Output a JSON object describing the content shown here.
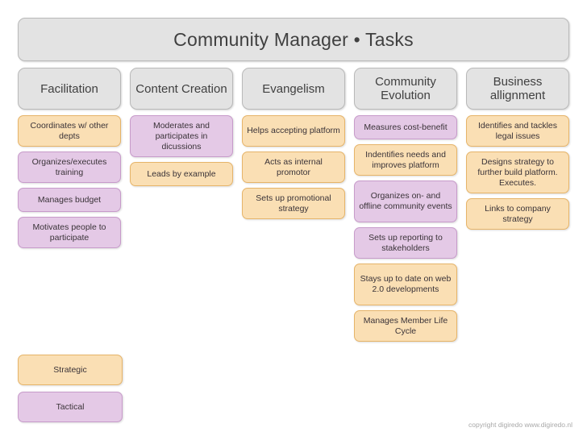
{
  "title": {
    "text": "Community Manager • Tasks"
  },
  "colors": {
    "strategic_fill": "#FADFB4",
    "strategic_border": "#E6B469",
    "tactical_fill": "#E4C9E6",
    "tactical_border": "#C79BCA",
    "header_fill": "#E3E3E3",
    "header_border": "#B9B9B9",
    "text": "#3A3338"
  },
  "columns": [
    {
      "header": "Facilitation",
      "tasks": [
        {
          "label": "Coordinates w/ other depts",
          "type": "strategic",
          "lines": 2
        },
        {
          "label": "Organizes/executes training",
          "type": "tactical",
          "lines": 2
        },
        {
          "label": "Manages budget",
          "type": "tactical",
          "lines": 1
        },
        {
          "label": "Motivates people to participate",
          "type": "tactical",
          "lines": 2
        }
      ]
    },
    {
      "header": "Content Creation",
      "tasks": [
        {
          "label": "Moderates and participates in dicussions",
          "type": "tactical",
          "lines": 3
        },
        {
          "label": "Leads by example",
          "type": "strategic",
          "lines": 1
        }
      ]
    },
    {
      "header": "Evangelism",
      "tasks": [
        {
          "label": "Helps accepting platform",
          "type": "strategic",
          "lines": 2
        },
        {
          "label": "Acts as internal promotor",
          "type": "strategic",
          "lines": 2
        },
        {
          "label": "Sets up promotional strategy",
          "type": "strategic",
          "lines": 2
        }
      ]
    },
    {
      "header": "Community Evolution",
      "tasks": [
        {
          "label": "Measures cost-benefit",
          "type": "tactical",
          "lines": 1
        },
        {
          "label": "Indentifies needs and improves platform",
          "type": "strategic",
          "lines": 2
        },
        {
          "label": "Organizes on- and offline community events",
          "type": "tactical",
          "lines": 3
        },
        {
          "label": "Sets up reporting to stakeholders",
          "type": "tactical",
          "lines": 2
        },
        {
          "label": "Stays up to date on web 2.0 developments",
          "type": "strategic",
          "lines": 3
        },
        {
          "label": "Manages Member Life Cycle",
          "type": "strategic",
          "lines": 2
        }
      ]
    },
    {
      "header": "Business allignment",
      "tasks": [
        {
          "label": "Identifies and tackles legal issues",
          "type": "strategic",
          "lines": 2
        },
        {
          "label": "Designs strategy to further build platform. Executes.",
          "type": "strategic",
          "lines": 3
        },
        {
          "label": "Links to company strategy",
          "type": "strategic",
          "lines": 2
        }
      ]
    }
  ],
  "legend": [
    {
      "label": "Strategic",
      "type": "strategic"
    },
    {
      "label": "Tactical",
      "type": "tactical"
    }
  ],
  "footer": {
    "copyright": "copyright digiredo www.digiredo.nl"
  }
}
